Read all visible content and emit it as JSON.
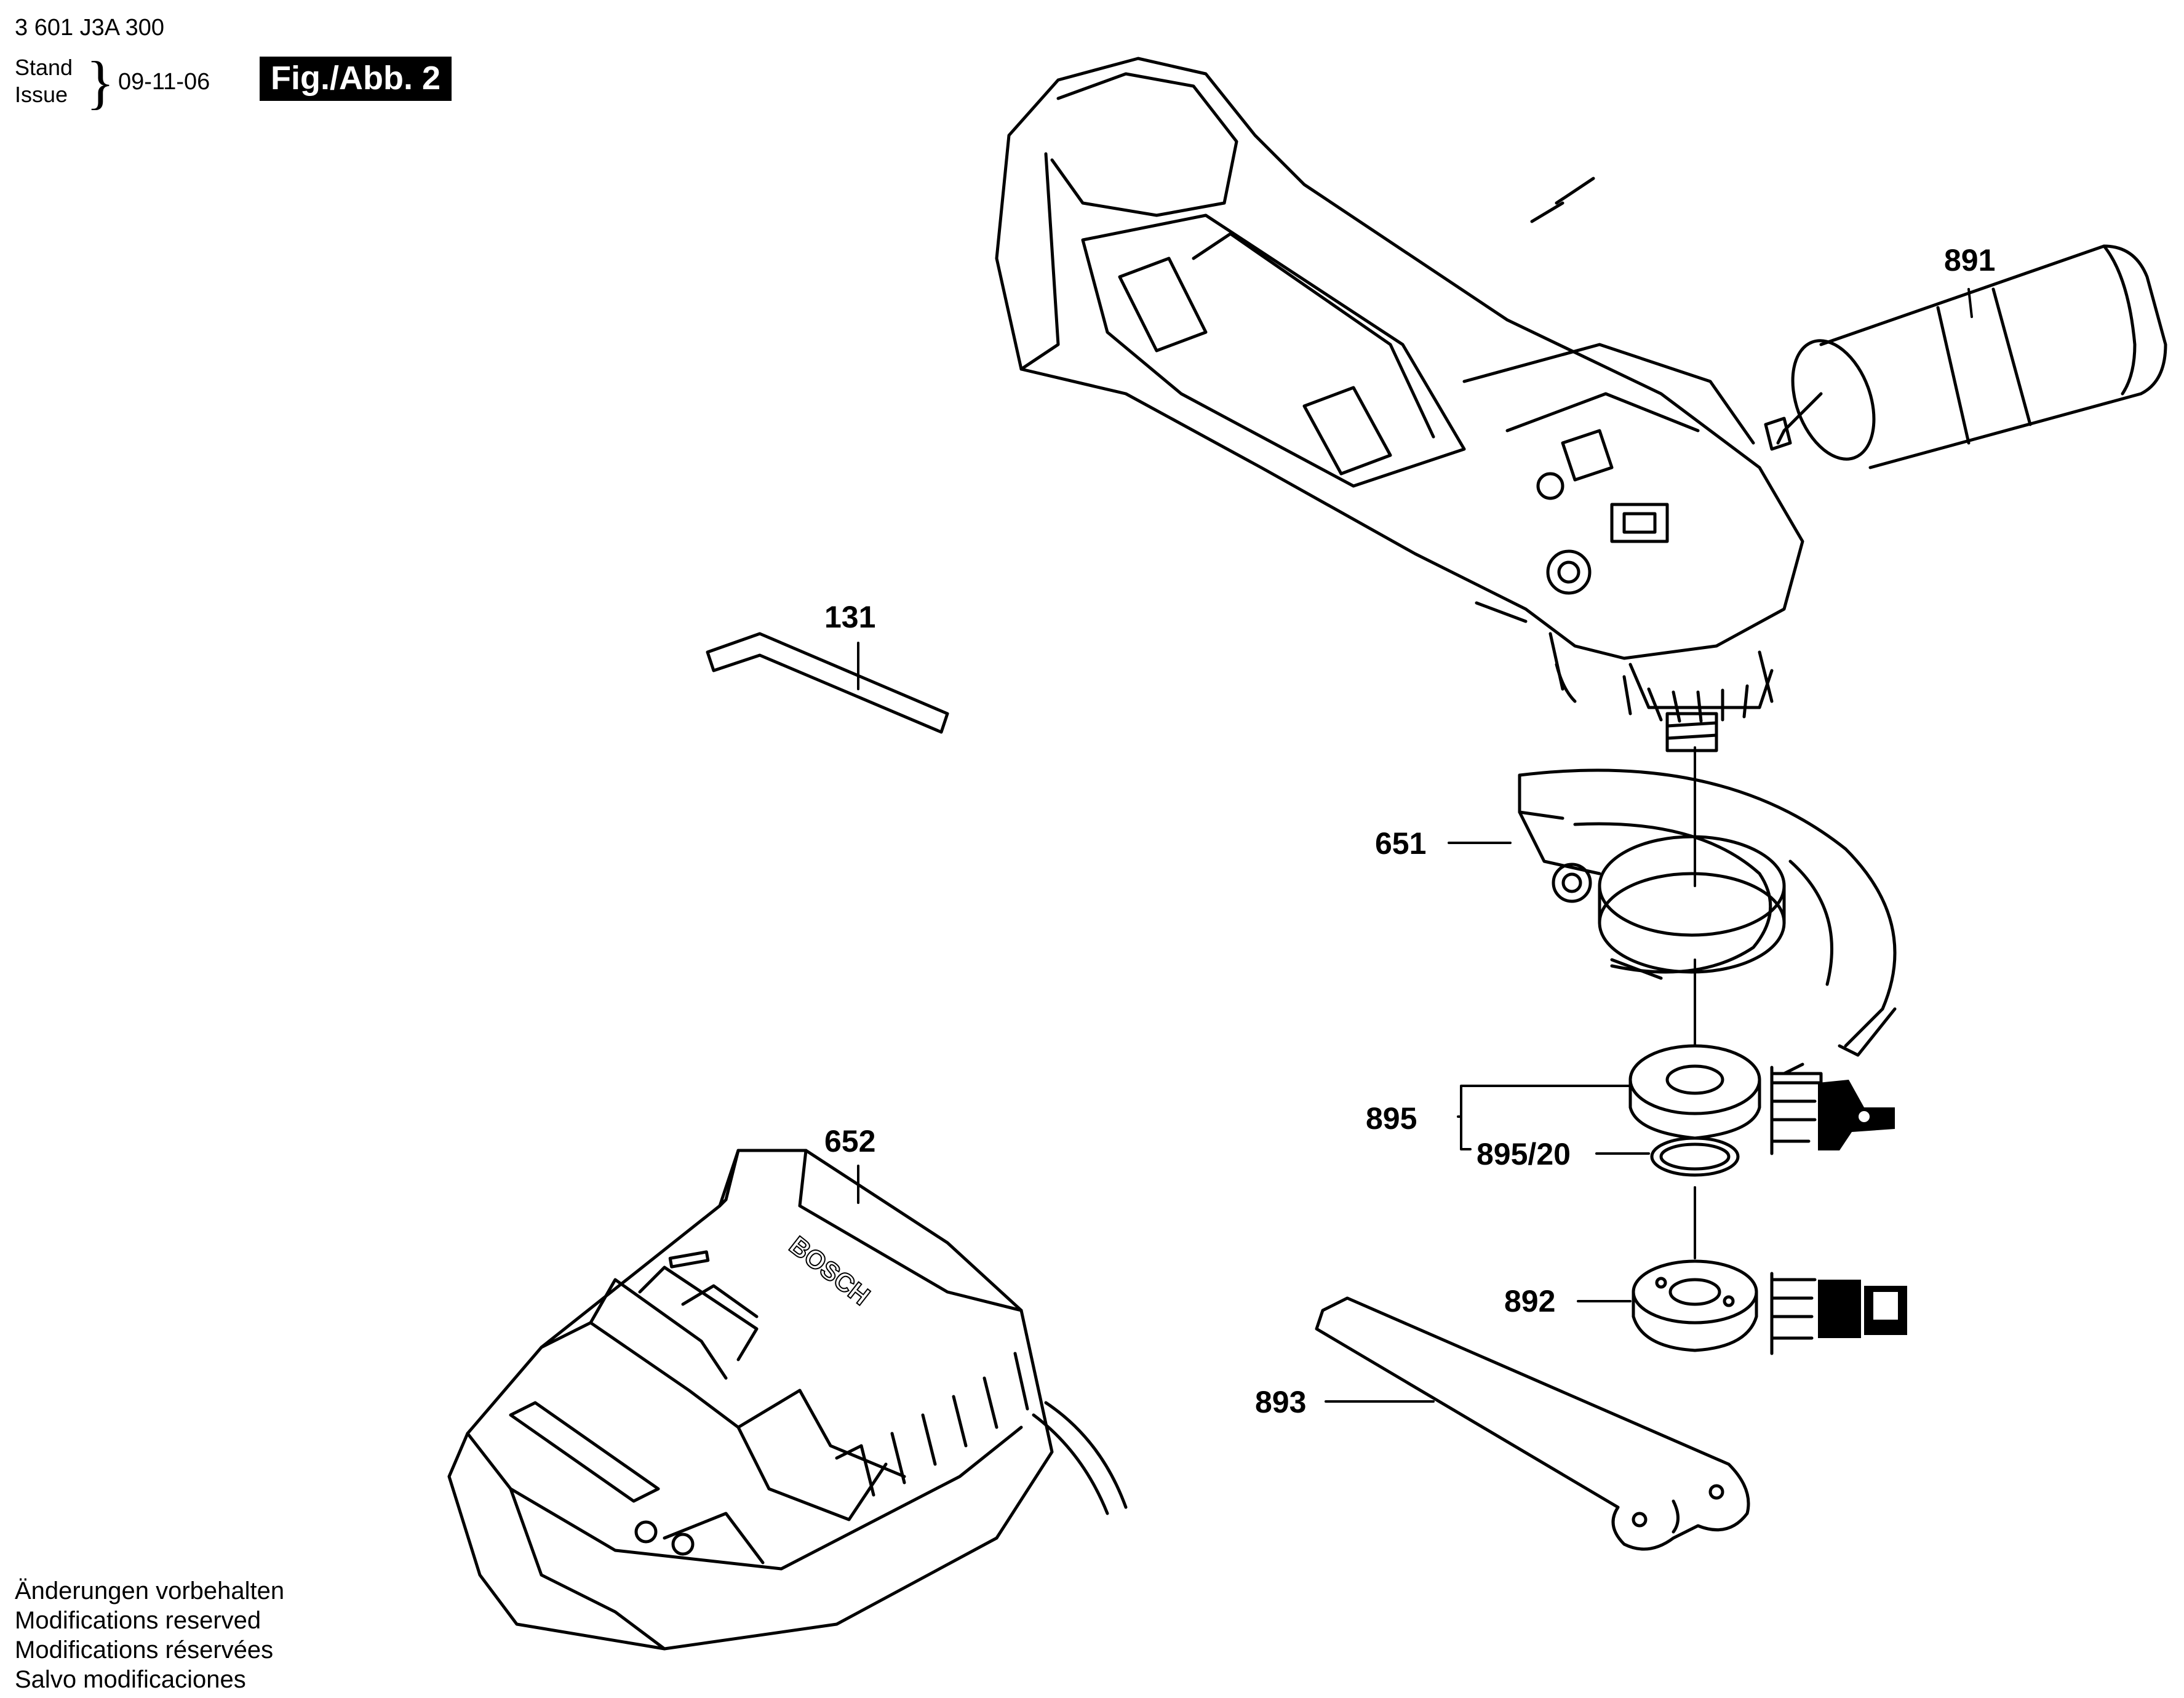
{
  "header": {
    "doc_number": "3 601 J3A 300",
    "stand": "Stand",
    "issue": "Issue",
    "date": "09-11-06",
    "figure_label": "Fig./Abb. 2"
  },
  "parts": [
    {
      "id": "891"
    },
    {
      "id": "131"
    },
    {
      "id": "651"
    },
    {
      "id": "652"
    },
    {
      "id": "895"
    },
    {
      "id": "895/20"
    },
    {
      "id": "892"
    },
    {
      "id": "893"
    }
  ],
  "charger_branding": {
    "brand": "BOSCH"
  },
  "footer": {
    "lines": [
      "Änderungen vorbehalten",
      "Modifications reserved",
      "Modifications réservées",
      "Salvo modificaciones"
    ]
  }
}
